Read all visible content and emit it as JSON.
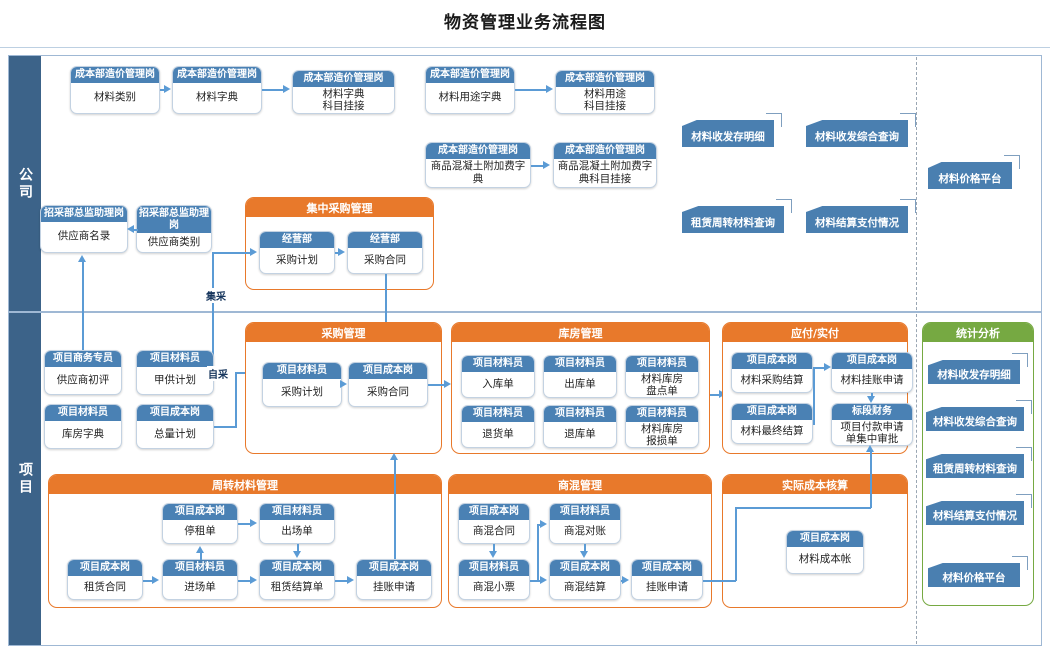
{
  "page": {
    "title": "物资管理业务流程图",
    "colors": {
      "header_blue": "#4a81b4",
      "group_orange": "#e8792b",
      "group_green": "#76a942",
      "lane_blue": "#3c6389",
      "connector_blue": "#5b9bd5",
      "report_blue": "#4a7fb0"
    }
  },
  "lanes": [
    {
      "id": "company",
      "label": "公司"
    },
    {
      "id": "project",
      "label": "项目"
    }
  ],
  "company": {
    "dictionary_row1": [
      {
        "role": "成本部造价管理岗",
        "task": "材料类别"
      },
      {
        "role": "成本部造价管理岗",
        "task": "材料字典"
      },
      {
        "role": "成本部造价管理岗",
        "task": "材料字典\n科目挂接"
      },
      {
        "role": "成本部造价管理岗",
        "task": "材料用途字典"
      },
      {
        "role": "成本部造价管理岗",
        "task": "材料用途\n科目挂接"
      }
    ],
    "dictionary_row2": [
      {
        "role": "成本部造价管理岗",
        "task": "商品混凝土附加费字典"
      },
      {
        "role": "成本部造价管理岗",
        "task": "商品混凝土附加费字典科目挂接"
      }
    ],
    "supplier_row": [
      {
        "role": "招采部总监助理岗",
        "task": "供应商名录"
      },
      {
        "role": "招采部总监助理岗",
        "task": "供应商类别"
      }
    ],
    "central_purchase": {
      "title": "集中采购管理",
      "nodes": [
        {
          "role": "经营部",
          "task": "采购计划"
        },
        {
          "role": "经营部",
          "task": "采购合同"
        }
      ]
    },
    "reports": [
      {
        "label": "材料收发存明细"
      },
      {
        "label": "材料收发综合查询"
      },
      {
        "label": "租赁周转材料查询"
      },
      {
        "label": "材料结算支付情况"
      },
      {
        "label": "材料价格平台"
      }
    ],
    "edge_labels": {
      "central": "集采"
    }
  },
  "project": {
    "left_nodes": [
      {
        "role": "项目商务专员",
        "task": "供应商初评"
      },
      {
        "role": "项目材料员",
        "task": "甲供计划"
      },
      {
        "role": "项目材料员",
        "task": "库房字典"
      },
      {
        "role": "项目成本岗",
        "task": "总量计划"
      }
    ],
    "edge_labels": {
      "self": "自采"
    },
    "purchase": {
      "title": "采购管理",
      "nodes": [
        {
          "role": "项目材料员",
          "task": "采购计划"
        },
        {
          "role": "项目成本岗",
          "task": "采购合同"
        }
      ]
    },
    "warehouse": {
      "title": "库房管理",
      "nodes": [
        {
          "role": "项目材料员",
          "task": "入库单"
        },
        {
          "role": "项目材料员",
          "task": "出库单"
        },
        {
          "role": "项目材料员",
          "task": "材料库房\n盘点单"
        },
        {
          "role": "项目材料员",
          "task": "退货单"
        },
        {
          "role": "项目材料员",
          "task": "退库单"
        },
        {
          "role": "项目材料员",
          "task": "材料库房\n报损单"
        }
      ]
    },
    "payable": {
      "title": "应付/实付",
      "nodes": [
        {
          "role": "项目成本岗",
          "task": "材料采购结算"
        },
        {
          "role": "项目成本岗",
          "task": "材料挂账申请"
        },
        {
          "role": "项目成本岗",
          "task": "材料最终结算"
        },
        {
          "role": "标段财务",
          "task": "项目付款申请\n单集中审批"
        }
      ]
    },
    "statistics": {
      "title": "统计分析",
      "reports": [
        {
          "label": "材料收发存明细"
        },
        {
          "label": "材料收发综合查询"
        },
        {
          "label": "租赁周转材料查询"
        },
        {
          "label": "材料结算支付情况"
        },
        {
          "label": "材料价格平台"
        }
      ]
    },
    "turnover": {
      "title": "周转材料管理",
      "nodes": [
        {
          "role": "项目成本岗",
          "task": "停租单"
        },
        {
          "role": "项目材料员",
          "task": "出场单"
        },
        {
          "role": "项目成本岗",
          "task": "租赁合同"
        },
        {
          "role": "项目材料员",
          "task": "进场单"
        },
        {
          "role": "项目成本岗",
          "task": "租赁结算单"
        },
        {
          "role": "项目成本岗",
          "task": "挂账申请"
        }
      ]
    },
    "concrete": {
      "title": "商混管理",
      "nodes": [
        {
          "role": "项目成本岗",
          "task": "商混合同"
        },
        {
          "role": "项目材料员",
          "task": "商混对账"
        },
        {
          "role": "项目材料员",
          "task": "商混小票"
        },
        {
          "role": "项目成本岗",
          "task": "商混结算"
        },
        {
          "role": "项目成本岗",
          "task": "挂账申请"
        }
      ]
    },
    "actual_cost": {
      "title": "实际成本核算",
      "nodes": [
        {
          "role": "项目成本岗",
          "task": "材料成本帐"
        }
      ]
    }
  }
}
